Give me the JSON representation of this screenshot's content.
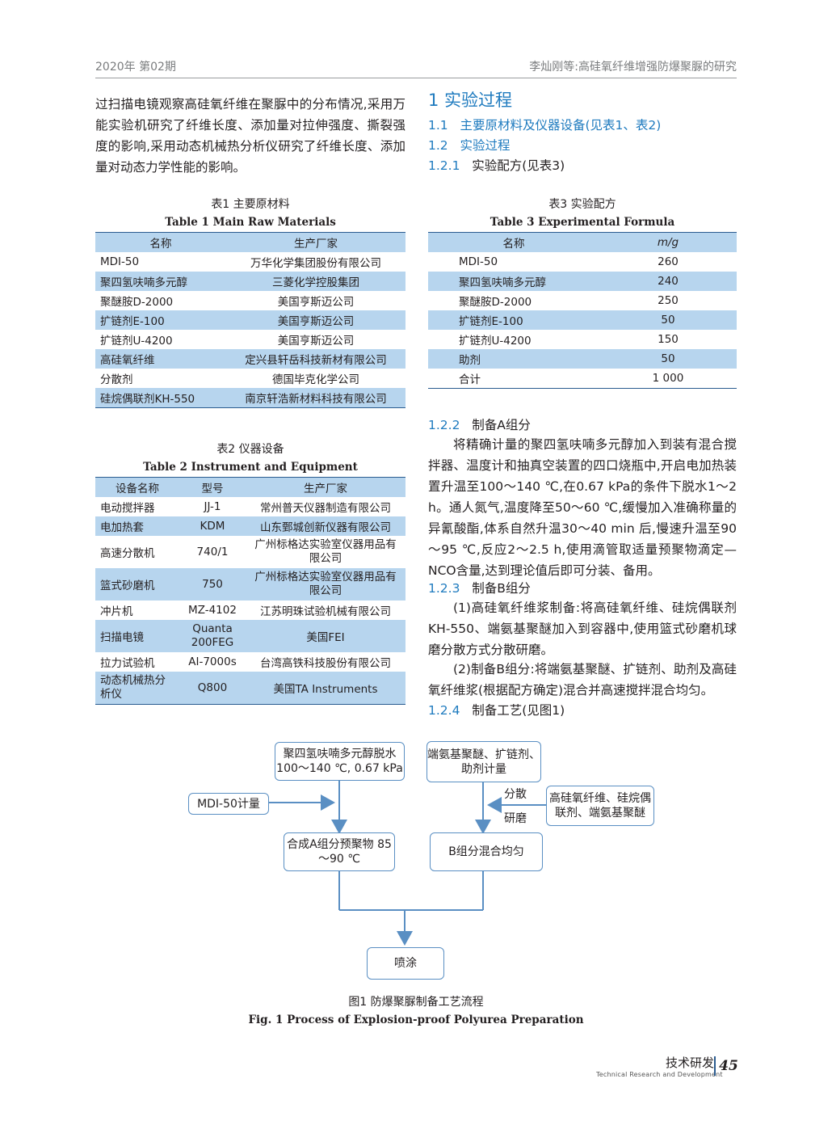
{
  "header": {
    "left": "2020年  第02期",
    "right": "李灿刚等:高硅氧纤维增强防爆聚脲的研究"
  },
  "intro_paragraph": "过扫描电镜观察高硅氧纤维在聚脲中的分布情况,采用万能实验机研究了纤维长度、添加量对拉伸强度、撕裂强度的影响,采用动态机械热分析仪研究了纤维长度、添加量对动态力学性能的影响。",
  "section1": {
    "title": "1   实验过程"
  },
  "s11": {
    "num": "1.1",
    "title": "主要原材料及仪器设备(见表1、表2)"
  },
  "s12": {
    "num": "1.2",
    "title": "实验过程"
  },
  "s121": {
    "num": "1.2.1",
    "title": "实验配方(见表3)"
  },
  "table1": {
    "caption_cn": "表1   主要原材料",
    "caption_en": "Table 1     Main Raw Materials",
    "headers": [
      "名称",
      "生产厂家"
    ],
    "rows": [
      [
        "MDI-50",
        "万华化学集团股份有限公司"
      ],
      [
        "聚四氢呋喃多元醇",
        "三菱化学控股集团"
      ],
      [
        "聚醚胺D-2000",
        "美国亨斯迈公司"
      ],
      [
        "扩链剂E-100",
        "美国亨斯迈公司"
      ],
      [
        "扩链剂U-4200",
        "美国亨斯迈公司"
      ],
      [
        "高硅氧纤维",
        "定兴县轩岳科技新材有限公司"
      ],
      [
        "分散剂",
        "德国毕克化学公司"
      ],
      [
        "硅烷偶联剂KH-550",
        "南京轩浩新材料科技有限公司"
      ]
    ]
  },
  "table2": {
    "caption_cn": "表2   仪器设备",
    "caption_en": "Table 2    Instrument and Equipment",
    "headers": [
      "设备名称",
      "型号",
      "生产厂家"
    ],
    "rows": [
      [
        "电动搅拌器",
        "JJ-1",
        "常州普天仪器制造有限公司"
      ],
      [
        "电加热套",
        "KDM",
        "山东鄄城创新仪器有限公司"
      ],
      [
        "高速分散机",
        "740/1",
        "广州标格达实验室仪器用品有限公司"
      ],
      [
        "篮式砂磨机",
        "750",
        "广州标格达实验室仪器用品有限公司"
      ],
      [
        "冲片机",
        "MZ-4102",
        "江苏明珠试验机械有限公司"
      ],
      [
        "扫描电镜",
        "Quanta 200FEG",
        "美国FEI"
      ],
      [
        "拉力试验机",
        "AI-7000s",
        "台湾高铁科技股份有限公司"
      ],
      [
        "动态机械热分析仪",
        "Q800",
        "美国TA Instruments"
      ]
    ]
  },
  "table3": {
    "caption_cn": "表3   实验配方",
    "caption_en": "Table 3    Experimental Formula",
    "headers": [
      "名称",
      "m/g"
    ],
    "rows": [
      [
        "MDI-50",
        "260"
      ],
      [
        "聚四氢呋喃多元醇",
        "240"
      ],
      [
        "聚醚胺D-2000",
        "250"
      ],
      [
        "扩链剂E-100",
        "50"
      ],
      [
        "扩链剂U-4200",
        "150"
      ],
      [
        "助剂",
        "50"
      ],
      [
        "合计",
        "1 000"
      ]
    ]
  },
  "s122": {
    "num": "1.2.2",
    "title": "制备A组分"
  },
  "p122": "将精确计量的聚四氢呋喃多元醇加入到装有混合搅拌器、温度计和抽真空装置的四口烧瓶中,开启电加热装置升温至100～140 ℃,在0.67 kPa的条件下脱水1～2 h。通人氮气,温度降至50～60 ℃,缓慢加入准确称量的异氰酸酯,体系自然升温30～40 min 后,慢速升温至90～95 ℃,反应2～2.5 h,使用滴管取适量预聚物滴定—NCO含量,达到理论值后即可分装、备用。",
  "s123": {
    "num": "1.2.3",
    "title": "制备B组分"
  },
  "p123a": "(1)高硅氧纤维浆制备:将高硅氧纤维、硅烷偶联剂KH-550、端氨基聚醚加入到容器中,使用篮式砂磨机球磨分散方式分散研磨。",
  "p123b": "(2)制备B组分:将端氨基聚醚、扩链剂、助剂及高硅氧纤维浆(根据配方确定)混合并高速搅拌混合均匀。",
  "s124": {
    "num": "1.2.4",
    "title": "制备工艺(见图1)"
  },
  "flow": {
    "box1": "聚四氢呋喃多元醇脱水 100～140 ℃, 0.67 kPa",
    "box2": "MDI-50计量",
    "box3": "合成A组分预聚物 85～90 ℃",
    "box4": "端氨基聚醚、扩链剂、助剂计量",
    "box5": "高硅氧纤维、硅烷偶联剂、端氨基聚醚",
    "box6": "B组分混合均匀",
    "box7": "喷涂",
    "label1": "分散",
    "label2": "研磨"
  },
  "figure": {
    "caption_cn": "图1   防爆聚脲制备工艺流程",
    "caption_en": "Fig. 1    Process of Explosion-proof Polyurea Preparation"
  },
  "footer": {
    "cn": "技术研发",
    "en": "Technical Research and Development",
    "page": "45"
  }
}
